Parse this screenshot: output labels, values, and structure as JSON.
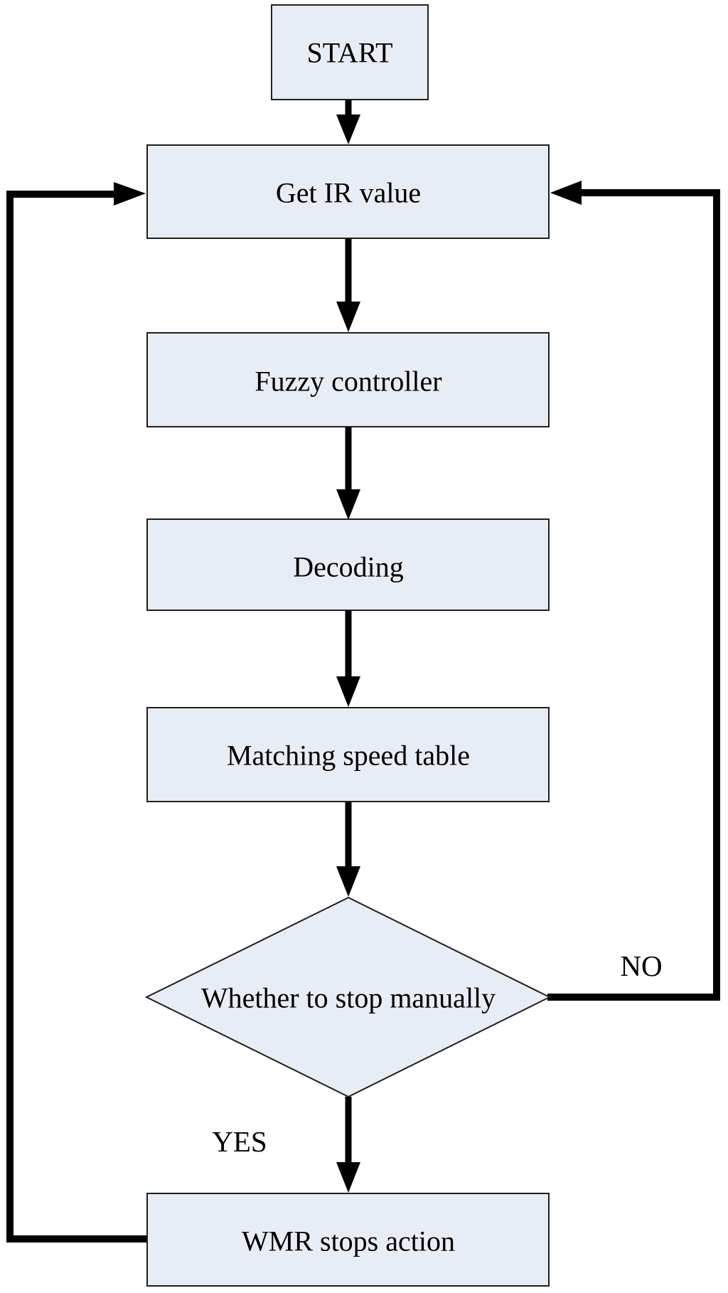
{
  "colors": {
    "node_fill": "#e8edf5",
    "node_border": "#1f1f1f",
    "arrow": "#000000",
    "text": "#000000",
    "background": "#ffffff"
  },
  "diagram": {
    "type": "flowchart",
    "nodes": [
      {
        "id": "start",
        "shape": "rect",
        "label": "START"
      },
      {
        "id": "get-ir-value",
        "shape": "rect",
        "label": "Get IR value"
      },
      {
        "id": "fuzzy-controller",
        "shape": "rect",
        "label": "Fuzzy controller"
      },
      {
        "id": "decoding",
        "shape": "rect",
        "label": "Decoding"
      },
      {
        "id": "matching-speed-table",
        "shape": "rect",
        "label": "Matching speed table"
      },
      {
        "id": "stop-decision",
        "shape": "diamond",
        "label": "Whether to stop manually"
      },
      {
        "id": "wmr-stops-action",
        "shape": "rect",
        "label": "WMR stops action"
      }
    ],
    "edges": [
      {
        "from": "start",
        "to": "get-ir-value",
        "label": ""
      },
      {
        "from": "get-ir-value",
        "to": "fuzzy-controller",
        "label": ""
      },
      {
        "from": "fuzzy-controller",
        "to": "decoding",
        "label": ""
      },
      {
        "from": "decoding",
        "to": "matching-speed-table",
        "label": ""
      },
      {
        "from": "matching-speed-table",
        "to": "stop-decision",
        "label": ""
      },
      {
        "from": "stop-decision",
        "to": "wmr-stops-action",
        "label": "YES"
      },
      {
        "from": "stop-decision",
        "to": "get-ir-value",
        "label": "NO"
      },
      {
        "from": "wmr-stops-action",
        "to": "get-ir-value",
        "label": ""
      }
    ]
  }
}
